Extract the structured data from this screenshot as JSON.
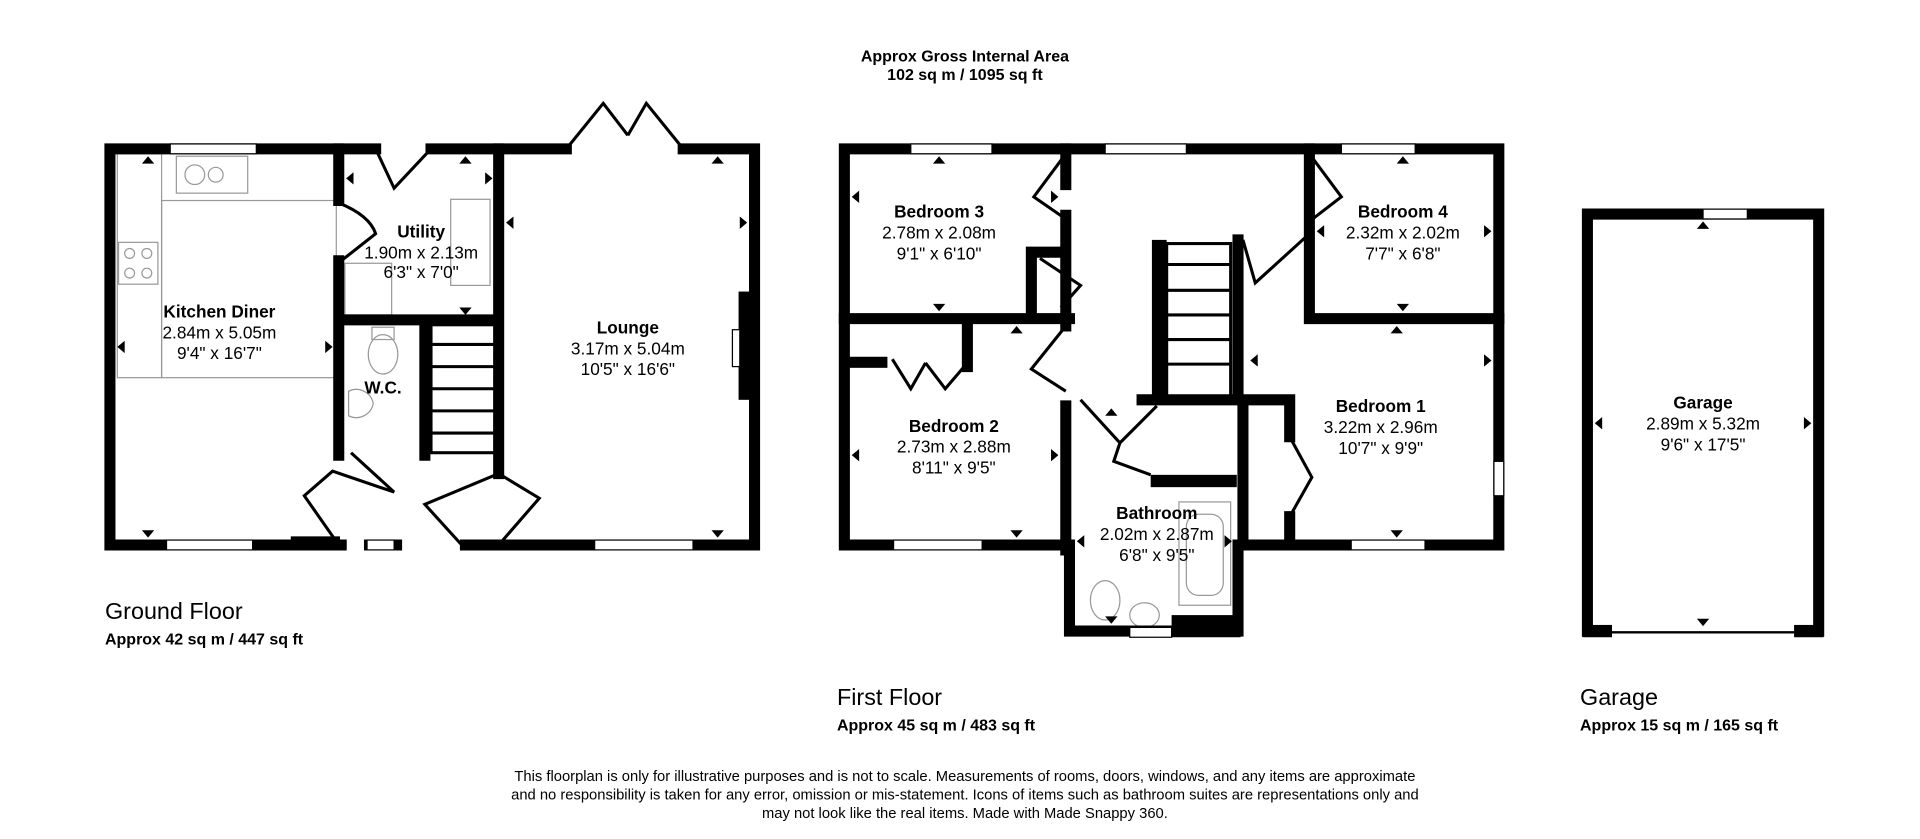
{
  "header": {
    "line1": "Approx Gross Internal Area",
    "line2": "102 sq m / 1095 sq ft"
  },
  "floors": [
    {
      "name": "Ground Floor",
      "area": "Approx 42 sq m / 447 sq ft"
    },
    {
      "name": "First Floor",
      "area": "Approx 45 sq m / 483 sq ft"
    },
    {
      "name": "Garage",
      "area": "Approx 15 sq m / 165 sq ft"
    }
  ],
  "rooms": {
    "kitchen": {
      "name": "Kitchen Diner",
      "metric": "2.84m x 5.05m",
      "imperial": "9'4\" x 16'7\""
    },
    "utility": {
      "name": "Utility",
      "metric": "1.90m x 2.13m",
      "imperial": "6'3\" x 7'0\""
    },
    "wc": {
      "name": "W.C."
    },
    "lounge": {
      "name": "Lounge",
      "metric": "3.17m x 5.04m",
      "imperial": "10'5\" x 16'6\""
    },
    "bedroom3": {
      "name": "Bedroom 3",
      "metric": "2.78m x 2.08m",
      "imperial": "9'1\" x 6'10\""
    },
    "bedroom4": {
      "name": "Bedroom 4",
      "metric": "2.32m x 2.02m",
      "imperial": "7'7\" x 6'8\""
    },
    "bedroom2": {
      "name": "Bedroom 2",
      "metric": "2.73m x 2.88m",
      "imperial": "8'11\" x 9'5\""
    },
    "bedroom1": {
      "name": "Bedroom 1",
      "metric": "3.22m x 2.96m",
      "imperial": "10'7\" x 9'9\""
    },
    "bathroom": {
      "name": "Bathroom",
      "metric": "2.02m x 2.87m",
      "imperial": "6'8\" x 9'5\""
    },
    "garage": {
      "name": "Garage",
      "metric": "2.89m x 5.32m",
      "imperial": "9'6\" x 17'5\""
    }
  },
  "disclaimer": {
    "line1": "This floorplan is only for illustrative purposes and is not to scale. Measurements of rooms, doors, windows, and any items are approximate",
    "line2": "and no responsibility is taken for any error, omission or mis-statement. Icons of items such as bathroom suites are representations only and",
    "line3": "may not look like the real items. Made with Made Snappy 360."
  }
}
